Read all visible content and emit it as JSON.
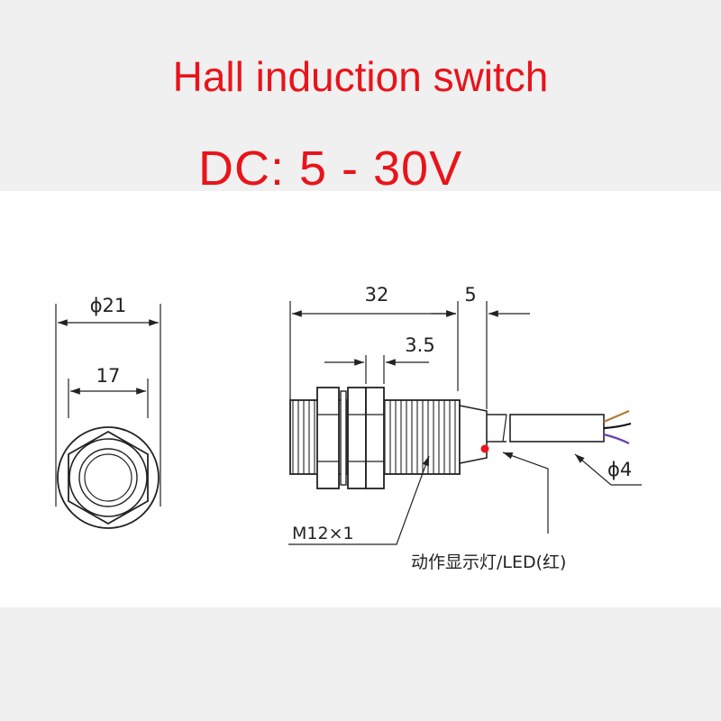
{
  "header": {
    "title": "Hall induction switch",
    "subtitle": "DC: 5 - 30V"
  },
  "diagram": {
    "front_view": {
      "outer_diameter": "ϕ21",
      "inner_width": "17"
    },
    "side_view": {
      "body_length": "32",
      "cable_gap": "5",
      "nut_width": "3.5",
      "thread": "M12×1",
      "cable_diameter": "ϕ4",
      "led_label": "动作显示灯/LED(红)"
    },
    "colors": {
      "title": "#e8141b",
      "led": "#e8141b",
      "wire_brown": "#b07a3a",
      "wire_black": "#111111",
      "wire_blue": "#6a3fb0"
    }
  }
}
